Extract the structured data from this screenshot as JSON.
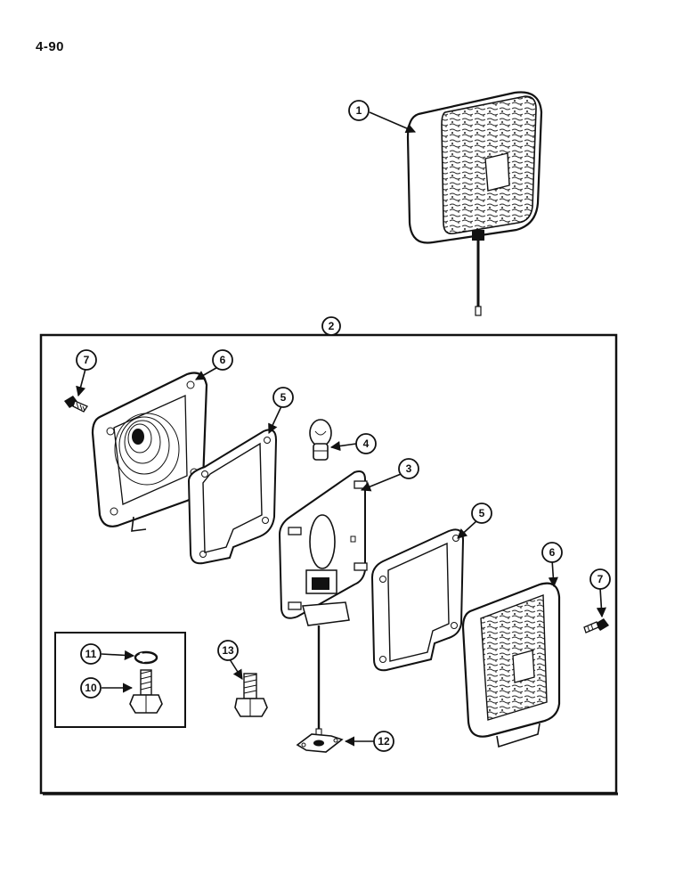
{
  "page_number": "4-90",
  "callouts": {
    "c1": "1",
    "c2": "2",
    "c3": "3",
    "c4": "4",
    "c5a": "5",
    "c5b": "5",
    "c6a": "6",
    "c6b": "6",
    "c7a": "7",
    "c7b": "7",
    "c10": "10",
    "c11": "11",
    "c12": "12",
    "c13": "13"
  }
}
